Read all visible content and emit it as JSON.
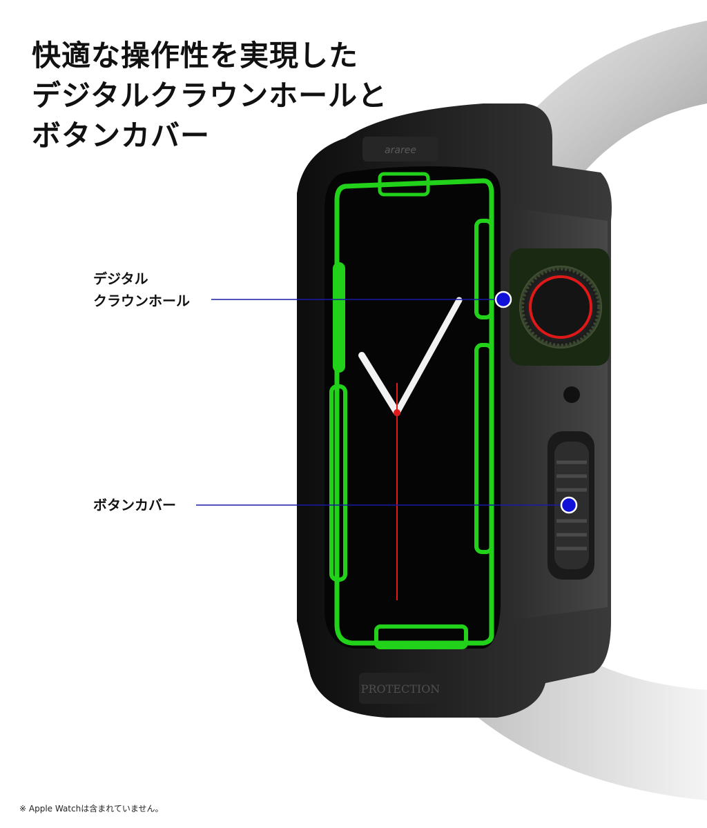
{
  "headline": {
    "lines": [
      "快適な操作性を実現した",
      "デジタルクラウンホールと",
      "ボタンカバー"
    ]
  },
  "callouts": {
    "crown": {
      "lines": [
        "デジタル",
        "クラウンホール"
      ]
    },
    "button": {
      "label": "ボタンカバー"
    }
  },
  "case_markings": {
    "top_brand": "araree",
    "bottom_text": "PROTECTION"
  },
  "footnote": "※ Apple Watchは含まれていません。",
  "colors": {
    "callout_line": "#1a1aa8",
    "callout_dot": "#1010d8",
    "case": "#1b1b1b",
    "dial_green": "#22d21a",
    "strap": "#cfcfcf",
    "crown_ring": "#e01818"
  }
}
